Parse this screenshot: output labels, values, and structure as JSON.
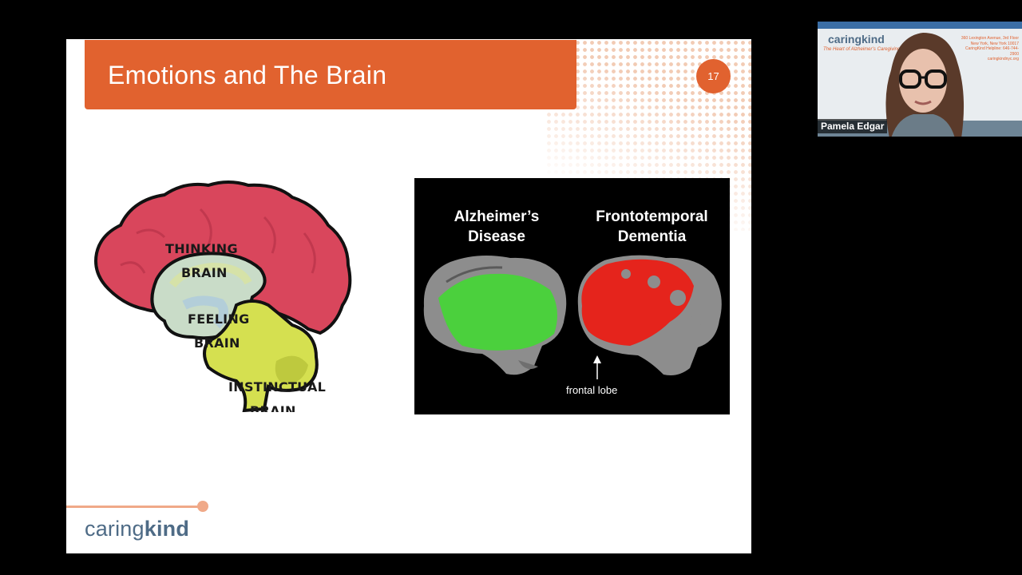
{
  "slide": {
    "title": "Emotions and The Brain",
    "page_number": "17",
    "brain_labels": {
      "thinking_1": "THINKING",
      "thinking_2": "BRAIN",
      "feeling_1": "FEELING",
      "feeling_2": "BRAIN",
      "instinctual_1": "INSTINCTUAL",
      "instinctual_2": "BRAIN"
    },
    "scan": {
      "left_title_1": "Alzheimer’s",
      "left_title_2": "Disease",
      "right_title_1": "Frontotemporal",
      "right_title_2": "Dementia",
      "caption": "frontal lobe"
    },
    "footer_logo": {
      "part1": "caring",
      "part2": "kind"
    },
    "colors": {
      "accent": "#e1622f",
      "brand_blue": "#4e6b86",
      "thinking": "#d9465c",
      "feeling": "#c9dcc8",
      "instinctual": "#d5e050",
      "ad_highlight": "#3fdc2f",
      "ftd_highlight": "#e5241c"
    }
  },
  "webcam": {
    "participant_name": "Pamela Edgar",
    "background_logo": "caringkind",
    "tagline": "The Heart of Alzheimer’s Caregiving",
    "address_lines": [
      "360 Lexington Avenue, 3rd Floor",
      "New York, New York 10017",
      "CaringKind Helpline: 646-744-2900",
      "caringkindnyc.org"
    ]
  }
}
